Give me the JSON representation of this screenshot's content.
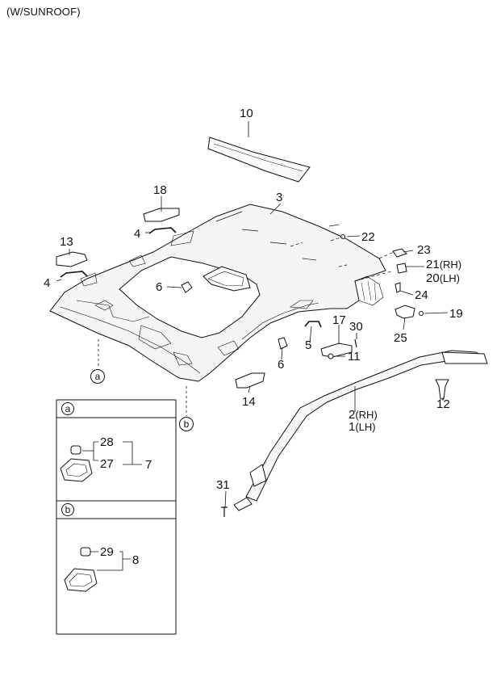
{
  "title": "(W/SUNROOF)",
  "callouts": {
    "c10": "10",
    "c3": "3",
    "c18": "18",
    "c4a": "4",
    "c13": "13",
    "c4b": "4",
    "c6a": "6",
    "c22": "22",
    "c23": "23",
    "c21": "21",
    "c21s": "(RH)",
    "c20": "20",
    "c20s": "(LH)",
    "c24": "24",
    "c19": "19",
    "c25": "25",
    "c17": "17",
    "c30": "30",
    "c5": "5",
    "c11": "11",
    "c6b": "6",
    "c14": "14",
    "c2": "2",
    "c2s": "(RH)",
    "c1": "1",
    "c1s": "(LH)",
    "c12": "12",
    "c31": "31",
    "c28": "28",
    "c27": "27",
    "c7": "7",
    "c29": "29",
    "c8": "8"
  },
  "refs": {
    "a": "a",
    "b": "b"
  },
  "boxes": {
    "a_head": "a",
    "b_head": "b"
  }
}
